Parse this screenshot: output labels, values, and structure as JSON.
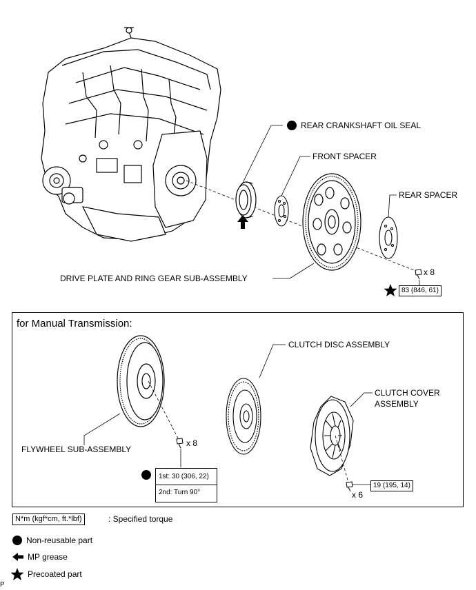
{
  "labels": {
    "rear_seal": "REAR CRANKSHAFT OIL SEAL",
    "front_spacer": "FRONT SPACER",
    "rear_spacer": "REAR SPACER",
    "drive_plate": "DRIVE PLATE AND RING GEAR SUB-ASSEMBLY",
    "bolt_qty_top": "x 8",
    "torque_top": "83 (846, 61)"
  },
  "manual": {
    "title": "for Manual Transmission:",
    "clutch_disc": "CLUTCH DISC ASSEMBLY",
    "clutch_cover_1": "CLUTCH COVER",
    "clutch_cover_2": "ASSEMBLY",
    "flywheel": "FLYWHEEL SUB-ASSEMBLY",
    "fw_bolt_qty": "x 8",
    "fw_torque_1": "1st: 30 (306, 22)",
    "fw_torque_2": "2nd: Turn 90°",
    "cc_bolt_qty": "x 6",
    "cc_torque": "19 (195, 14)"
  },
  "legend": {
    "torque_box": "N*m (kgf*cm, ft.*lbf)",
    "torque_text": ": Specified torque",
    "non_reusable": "Non-reusable part",
    "mp_grease": "MP grease",
    "precoated": "Precoated part"
  },
  "corner_mark": "P"
}
